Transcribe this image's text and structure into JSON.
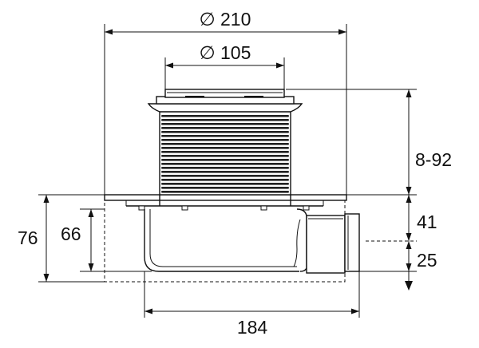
{
  "dimensions": {
    "top_outer_diameter": "∅ 210",
    "inner_grate_diameter": "∅ 105",
    "adjustable_height": "8-92",
    "outlet_height": "41",
    "outlet_axis_height": "25",
    "overall_height": "76",
    "body_height": "66",
    "body_width": "184"
  }
}
